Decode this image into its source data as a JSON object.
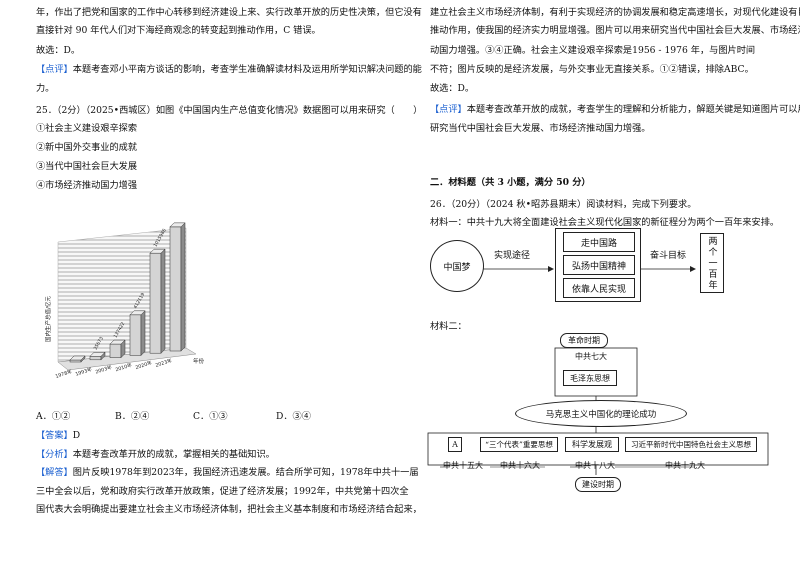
{
  "left": {
    "prev_lines": [
      "年，作出了把党和国家的工作中心转移到经济建设上来、实行改革开放的历史性决策，但它没有",
      "直接针对 90 年代人们对下海经商观念的转变起到推动作用，C 错误。",
      "故选：D。"
    ],
    "comment_tag": "【点评】",
    "comment_lines": [
      "本题考查邓小平南方谈话的影响，考查学生准确解读材料及运用所学知识解决问题的能",
      "力。"
    ],
    "q25": {
      "stem": "25．（2分）（2025•西城区）如图《中国国内生产总值变化情况》数据图可以用来研究（　　）",
      "options": [
        "①社会主义建设艰辛探索",
        "②新中国外交事业的成就",
        "③当代中国社会巨大发展",
        "④市场经济推动国力增强"
      ],
      "chart_title": "",
      "chart_data": {
        "type": "bar",
        "categories": [
          "1978年",
          "1993年",
          "2003年",
          "2010年",
          "2020年",
          "2023年"
        ],
        "values": [
          3679,
          35673,
          137422,
          412119,
          1015986,
          1260582
        ],
        "value_labels": [
          "",
          "35673",
          "137422",
          "412119",
          "1015986",
          "1260582"
        ],
        "ylabel": "国内生产总值/亿元",
        "xlabel": "年份",
        "ylim": [
          0,
          1300000
        ]
      },
      "answers": [
        "A．①②",
        "B．②④",
        "C．①③",
        "D．③④"
      ],
      "answer_tag": "【答案】",
      "answer": "D",
      "analysis_tag": "【分析】",
      "analysis": "本题考查改革开放的成就，掌握相关的基础知识。",
      "solution_tag": "【解答】",
      "solution_lines": [
        "图片反映1978年到2023年，我国经济迅速发展。结合所学可知，1978年中共十一届",
        "三中全会以后，党和政府实行改革开放政策，促进了经济发展；1992年，中共党第十四次全",
        "国代表大会明确提出要建立社会主义市场经济体制，把社会主义基本制度和市场经济结合起来，"
      ]
    }
  },
  "right": {
    "cont_lines": [
      "建立社会主义市场经济体制，有利于实现经济的协调发展和稳定高速增长，对现代化建设有巨大",
      "推动作用，使我国的经济实力明显增强。图片可以用来研究当代中国社会巨大发展、市场经济推",
      "动国力增强。③④正确。社会主义建设艰辛探索是1956 - 1976 年，与图片时间",
      "不符；图片反映的是经济发展，与外交事业无直接关系。①②错误，排除ABC。",
      "故选：D。"
    ],
    "comment_tag": "【点评】",
    "comment_lines": [
      "本题考查改革开放的成就，考查学生的理解和分析能力，解题关键是知道图片可以用来",
      "研究当代中国社会巨大发展、市场经济推动国力增强。"
    ],
    "section": "二．材料题（共 3 小题，满分 50 分）",
    "q26_stem": "26．（20分）（2024 秋•昭苏县期末）阅读材料，完成下列要求。",
    "material1": "材料一：中共十九大将全面建设社会主义现代化国家的新征程分为两个一百年来安排。",
    "diagram1": {
      "dream": "中国梦",
      "path_label": "实现途径",
      "items": [
        "走中国路",
        "弘扬中国精神",
        "依靠人民实现"
      ],
      "goal_label": "奋斗目标",
      "goal": "两个一百年"
    },
    "material2": "材料二：",
    "diagram2": {
      "top": "革命时期",
      "party7": "中共七大",
      "mao": "毛泽东思想",
      "middle": "马克思主义中国化的理论成功",
      "boxes": [
        "A",
        "“三个代表”重要思想",
        "科学发展观",
        "习近平新时代中国特色社会主义思想"
      ],
      "congresses": [
        "中共十五大",
        "中共十六大",
        "中共十八大",
        "中共十九大"
      ],
      "bottom": "建设时期"
    }
  }
}
